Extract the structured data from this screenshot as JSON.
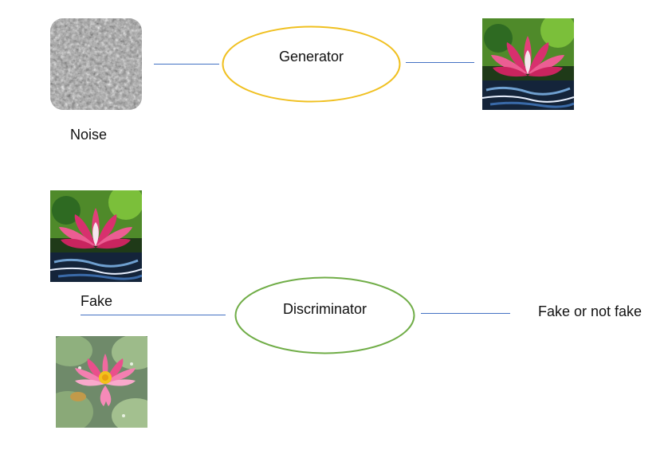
{
  "noise": {
    "label": "Noise"
  },
  "generator": {
    "label": "Generator",
    "stroke": "#f0c020"
  },
  "discriminator": {
    "label": "Discriminator",
    "stroke": "#70ad47"
  },
  "fake": {
    "label": "Fake"
  },
  "output": {
    "label": "Fake or not fake"
  },
  "colors": {
    "connector": "#4472c4"
  },
  "icons": {
    "noise_image": "noise-texture",
    "generated_image": "lotus-painting",
    "real_image": "water-lily-photo"
  }
}
